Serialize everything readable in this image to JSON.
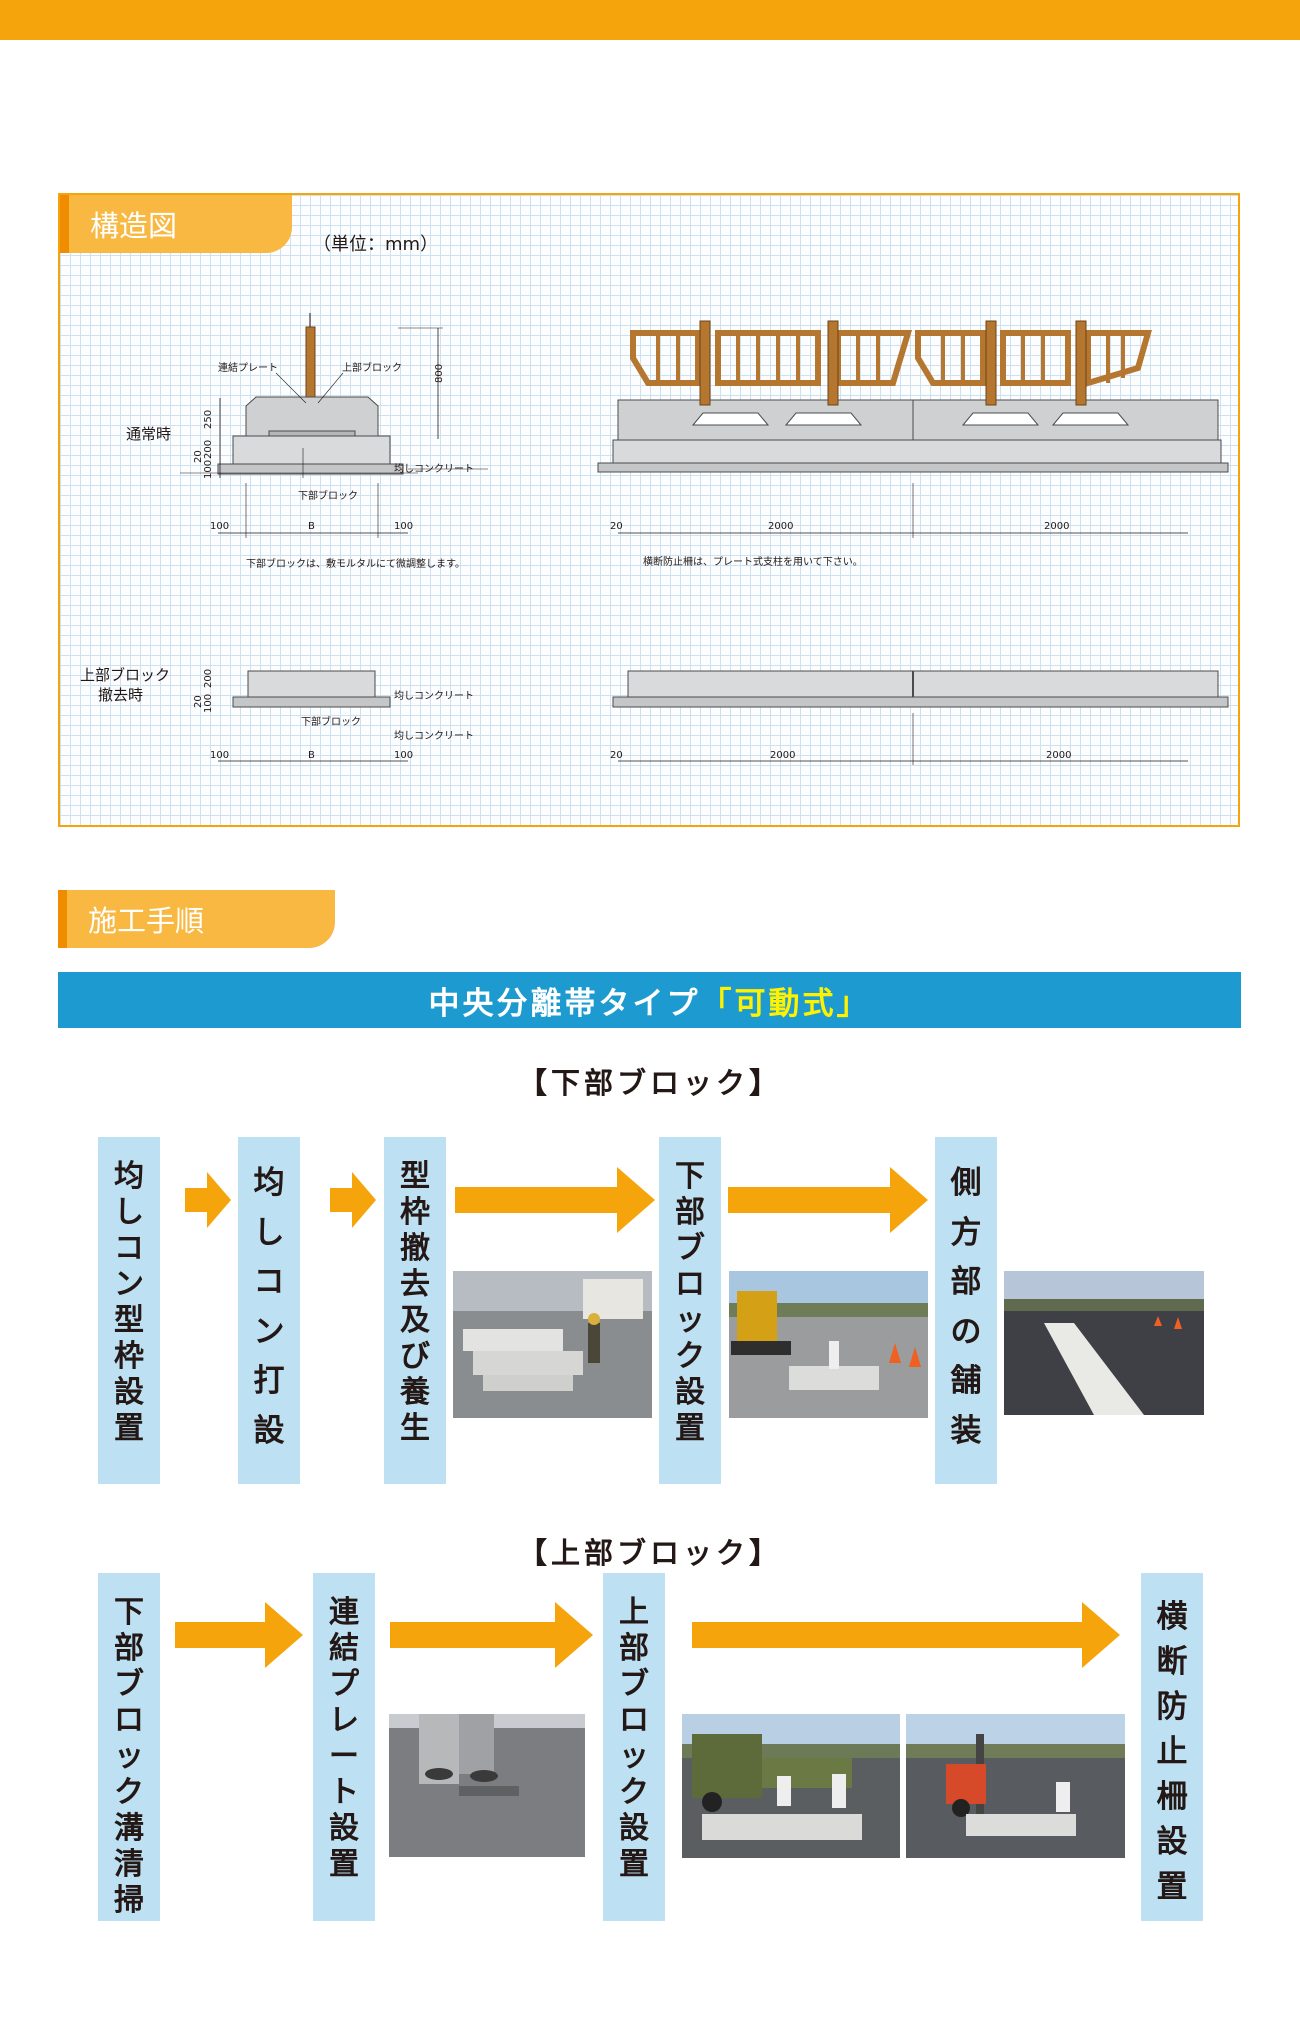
{
  "section1": {
    "title": "構造図",
    "unit": "（単位：mm）"
  },
  "diagram": {
    "normal_label": "通常時",
    "removed_label": [
      "上部ブロック",
      "撤去時"
    ],
    "renketsu_plate": "連結プレート",
    "upper_block": "上部ブロック",
    "lower_block": "下部ブロック",
    "leveling_concrete": "均しコンクリート",
    "dim_800": "800",
    "dim_250": "250",
    "dim_200": "200",
    "dim_100": "100",
    "dim_20": "20",
    "dim_B": "B",
    "dim_2000": "2000",
    "note_left": "下部ブロックは、敷モルタルにて微調整します。",
    "note_right": "横断防止柵は、プレート式支柱を用いて下さい。"
  },
  "section2": {
    "title": "施工手順"
  },
  "banner": {
    "text": "中央分離帯タイプ",
    "highlight": "「可動式」"
  },
  "lower_heading": "【下部ブロック】",
  "upper_heading": "【上部ブロック】",
  "lower_steps": [
    [
      "均",
      "し",
      "コ",
      "ン",
      "型",
      "枠",
      "設",
      "置"
    ],
    [
      "均",
      "し",
      "コ",
      "ン",
      "打",
      "設"
    ],
    [
      "型",
      "枠",
      "撤",
      "去",
      "及",
      "び",
      "養",
      "生"
    ],
    [
      "下",
      "部",
      "ブ",
      "ロ",
      "ッ",
      "ク",
      "設",
      "置"
    ],
    [
      "側",
      "方",
      "部",
      "の",
      "舗",
      "装"
    ]
  ],
  "upper_steps": [
    [
      "下",
      "部",
      "ブ",
      "ロ",
      "ッ",
      "ク",
      "溝",
      "清",
      "掃"
    ],
    [
      "連",
      "結",
      "プ",
      "レ",
      "ー",
      "ト",
      "設",
      "置"
    ],
    [
      "上",
      "部",
      "ブ",
      "ロ",
      "ッ",
      "ク",
      "設",
      "置"
    ],
    [
      "横",
      "断",
      "防",
      "止",
      "柵",
      "設",
      "置"
    ]
  ],
  "colors": {
    "accent": "#f5a40c",
    "banner": "#1d9bd0",
    "step_bg": "#bde1f3",
    "fence": "#b5762f"
  }
}
